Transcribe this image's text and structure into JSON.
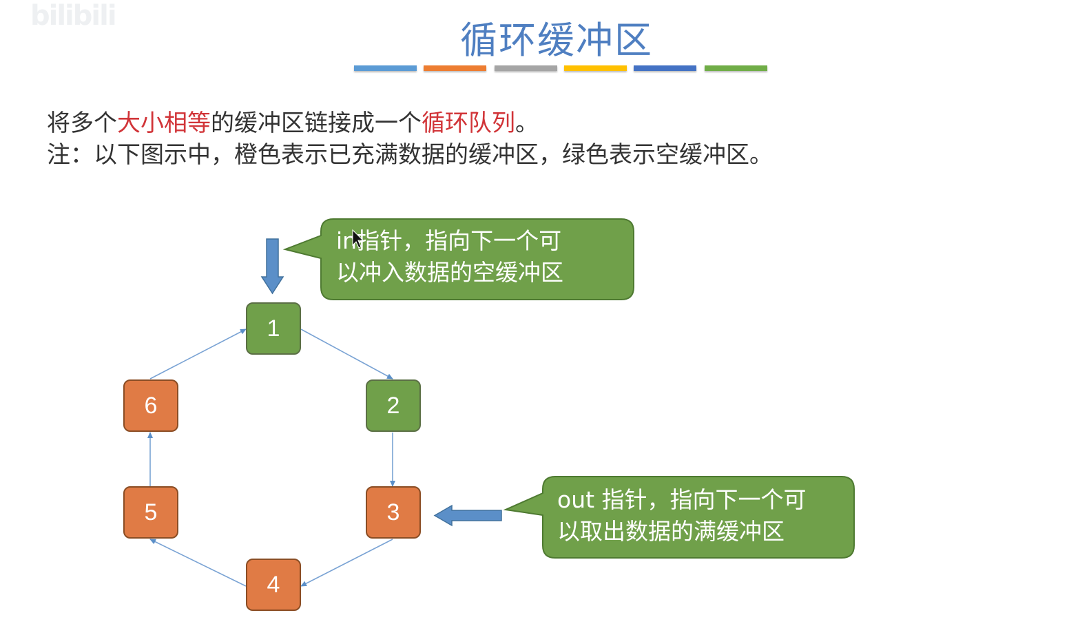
{
  "watermark": "bilibili",
  "title": "循环缓冲区",
  "stripe_colors": [
    "#5b9bd5",
    "#ed7d31",
    "#a5a5a5",
    "#ffc000",
    "#4472c4",
    "#70ad47"
  ],
  "description": {
    "line1": [
      {
        "text": "将多个",
        "highlight": false
      },
      {
        "text": "大小相等",
        "highlight": true
      },
      {
        "text": "的缓冲区链接成一个",
        "highlight": false
      },
      {
        "text": "循环队列",
        "highlight": true
      },
      {
        "text": "。",
        "highlight": false
      }
    ],
    "line2": "注：以下图示中，橙色表示已充满数据的缓冲区，绿色表示空缓冲区。"
  },
  "colors": {
    "full": "#e07b45",
    "empty": "#70a04a",
    "callout": "#70a04a",
    "pointer": "#5b8fc8",
    "highlight": "#d13438"
  },
  "buffers": [
    {
      "label": "1",
      "state": "empty"
    },
    {
      "label": "2",
      "state": "empty"
    },
    {
      "label": "3",
      "state": "full"
    },
    {
      "label": "4",
      "state": "full"
    },
    {
      "label": "5",
      "state": "full"
    },
    {
      "label": "6",
      "state": "full"
    }
  ],
  "in_callout": {
    "line1": "in指针，指向下一个可",
    "line2": "以冲入数据的空缓冲区"
  },
  "out_callout": {
    "line1": "out 指针，指向下一个可",
    "line2": "以取出数据的满缓冲区"
  }
}
